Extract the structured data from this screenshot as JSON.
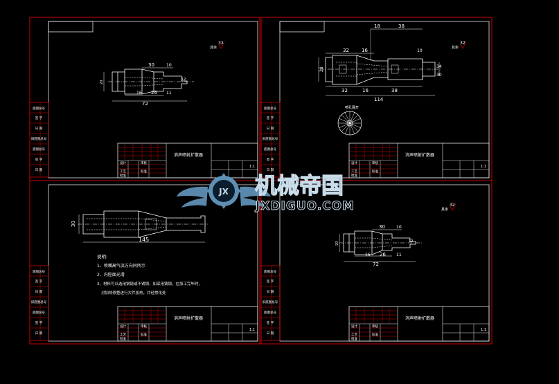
{
  "watermark": {
    "chinese": "机械帝国",
    "latin": "JXDIGUO.COM",
    "emblem_letters": "JX",
    "color_main": "#5e8fb5",
    "color_light": "#c8dcea"
  },
  "colors": {
    "background": "#000000",
    "frame": "#cc0000",
    "inner_frame": "#e8e8e8",
    "dimension": "#ffffff",
    "geometry": "#ffffff",
    "note_text": "#f0f0f0"
  },
  "sheet_tl": {
    "roughness": "32",
    "roughness_prefix": "其余",
    "dims": {
      "d1": "30",
      "d2": "10",
      "d3": "16",
      "d4": "26",
      "d5": "11",
      "d6": "72",
      "d7": "20",
      "d8": "12"
    },
    "title_block": {
      "name": "消声喷射扩散器",
      "scale": "1:1",
      "row1": "设计",
      "row2": "审核",
      "row3": "工艺",
      "row4": "标准",
      "row5": "批准"
    }
  },
  "sheet_tr": {
    "roughness": "32",
    "roughness_prefix": "其余",
    "dims": {
      "top1": "18",
      "top2": "38",
      "left1": "32",
      "left2": "16",
      "right1": "10",
      "v1": "28",
      "v2": "34",
      "v3": "30",
      "b1": "32",
      "b2": "16",
      "b3": "38",
      "total": "114"
    },
    "section_label": "喷孔展开",
    "title_block": {
      "name": "消声喷射扩散器",
      "scale": "1:1",
      "row1": "设计",
      "row2": "审核",
      "row3": "工艺",
      "row4": "标准",
      "row5": "批准"
    }
  },
  "sheet_bl": {
    "dims": {
      "v": "30",
      "total": "145"
    },
    "notes": {
      "title": "说明:",
      "n1": "1、喷嘴高气流方向同所示",
      "n2": "2、内腔面光滑",
      "n3": "3、材料可以选用钢铸或不锈钢，如采用铸钢，在加工完毕时，",
      "n4": "对加热修整进行大件加热，并经常化处"
    },
    "title_block": {
      "name": "消声喷射扩散器",
      "scale": "1:1",
      "row1": "设计",
      "row2": "审核",
      "row3": "工艺",
      "row4": "标准",
      "row5": "批准"
    }
  },
  "sheet_br": {
    "roughness": "32",
    "roughness_prefix": "其余",
    "dims": {
      "d1": "30",
      "d2": "10",
      "d3": "16",
      "d4": "26",
      "d5": "11",
      "d6": "72",
      "d7": "20",
      "d8": "12"
    },
    "title_block": {
      "name": "消声喷射扩散器",
      "scale": "1:1",
      "row1": "设计",
      "row2": "审核",
      "row3": "工艺",
      "row4": "标准",
      "row5": "批准"
    }
  },
  "side_strip": {
    "items": [
      "底图总号",
      "签 字",
      "日 期",
      "旧底图总号",
      "底图总号",
      "签 字",
      "日 期"
    ]
  }
}
